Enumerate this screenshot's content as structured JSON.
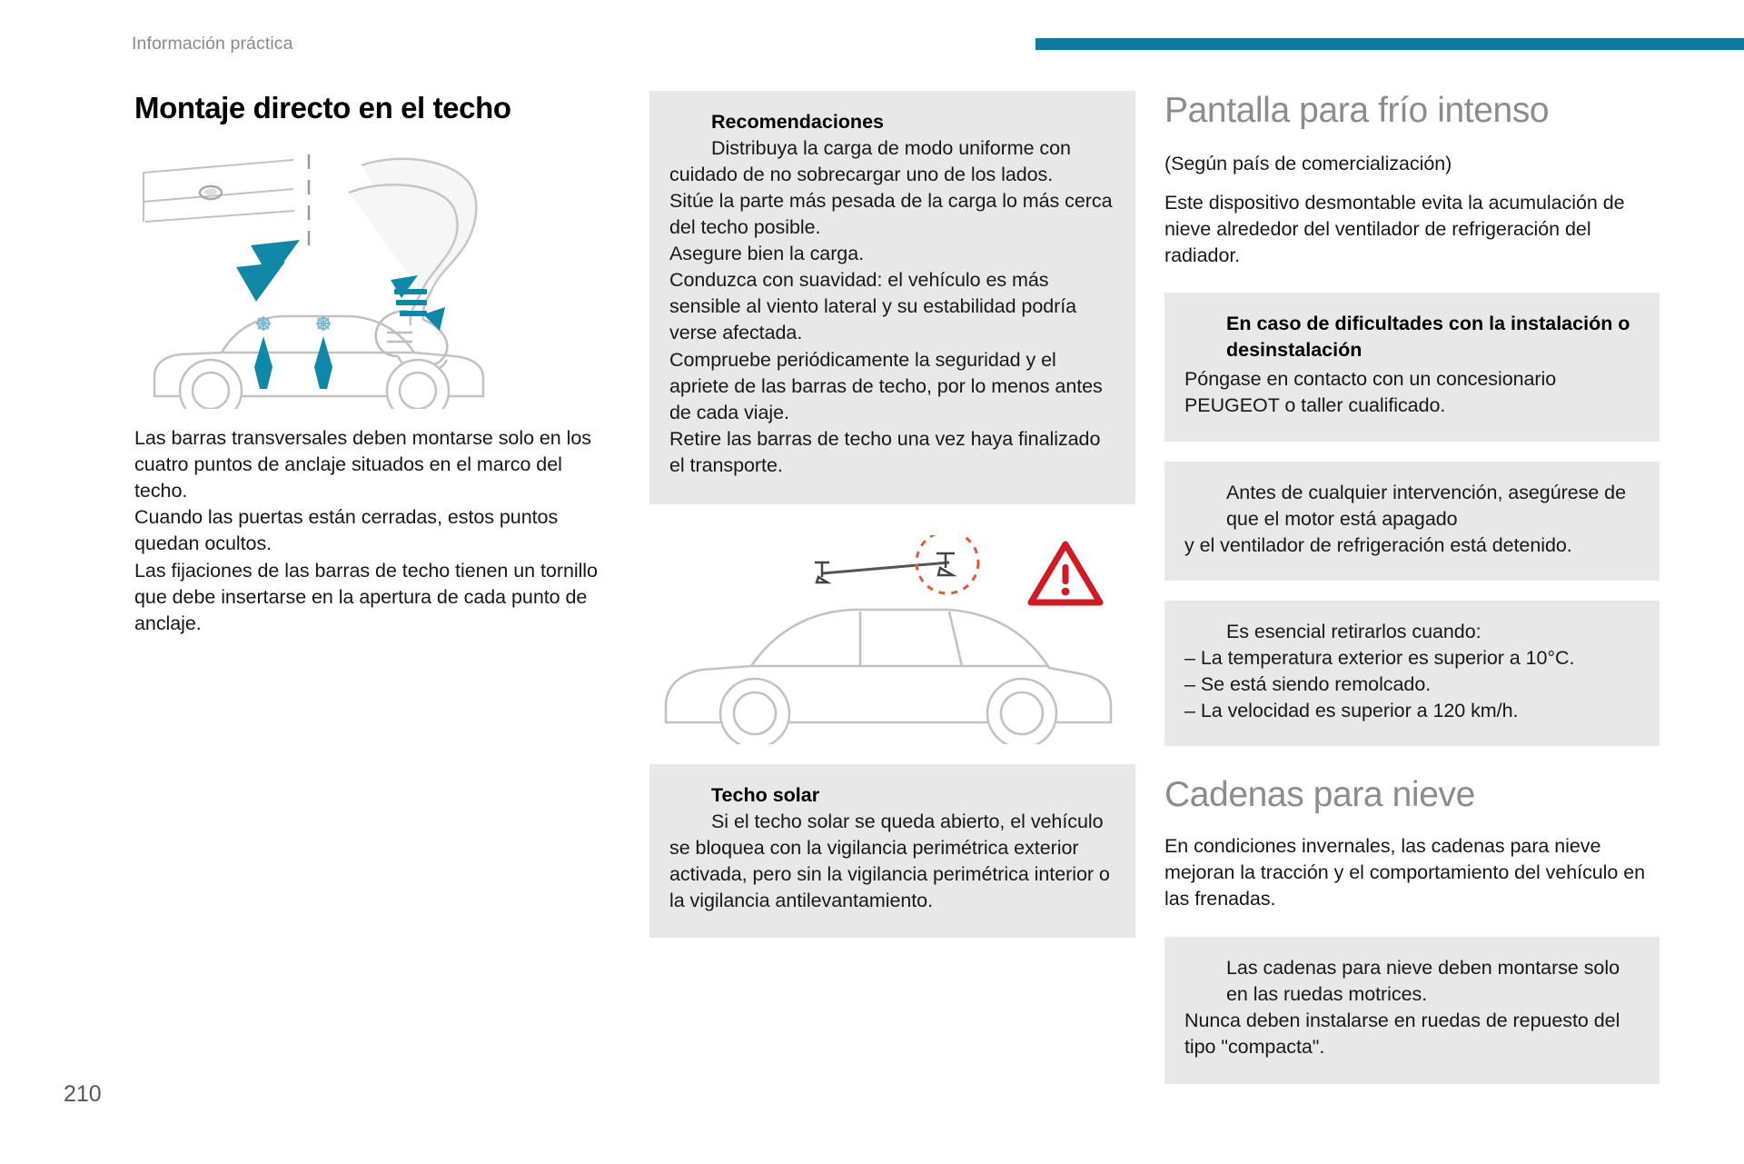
{
  "running_head": "Información práctica",
  "folio": "210",
  "colors": {
    "header_bar": "#0f7ba5",
    "callout_bg": "#e8e8e8",
    "warning_red": "#e3001b",
    "info_blue": "#0b9dd9",
    "gray_title": "#8c8c8c",
    "diagram_teal": "#1187a8",
    "diagram_gray": "#b8b8b8"
  },
  "left": {
    "title": "Montaje directo en el techo",
    "figure_name": "roof-bar-mounting-diagram",
    "body": [
      "Las barras transversales deben montarse solo en los cuatro puntos de anclaje situados en el marco del techo.",
      "Cuando las puertas están cerradas, estos puntos quedan ocultos.",
      "Las fijaciones de las barras de techo tienen un tornillo que debe insertarse en la apertura de cada punto de anclaje."
    ]
  },
  "middle": {
    "recommendations": {
      "icon": "red-exclamation-icon",
      "heading": "Recomendaciones",
      "first_line": "Distribuya la carga de modo uniforme con cuidado de no sobrecargar uno de los lados.",
      "paragraphs": [
        "Sitúe la parte más pesada de la carga lo más cerca del techo posible.",
        "Asegure bien la carga.",
        "Conduzca con suavidad: el vehículo es más sensible al viento lateral y su estabilidad podría verse afectada.",
        "Compruebe periódicamente la seguridad y el apriete de las barras de techo, por lo menos antes de cada viaje.",
        "Retire las barras de techo una vez haya finalizado el transporte."
      ]
    },
    "figure_name": "vehicle-roof-bars-warning-diagram",
    "sunroof": {
      "icon": "red-exclamation-icon",
      "heading": "Techo solar",
      "first_line": "Si el techo solar se queda abierto, el vehículo se bloquea con la vigilancia perimétrica exterior activada, pero sin la vigilancia perimétrica interior o la vigilancia antilevantamiento."
    }
  },
  "right": {
    "title_1": "Pantalla para frío intenso",
    "subtitle_1": "(Según país de comercialización)",
    "intro_1": "Este dispositivo desmontable evita la acumulación de nieve alrededor del ventilador de refrigeración del radiador.",
    "box_info": {
      "icon": "blue-info-icon",
      "heading": "En caso de dificultades con la instalación o desinstalación",
      "body": "Póngase en contacto con un concesionario PEUGEOT o taller cualificado."
    },
    "box_warning_1": {
      "icon": "red-exclamation-icon",
      "first_line": "Antes de cualquier intervención, asegúrese de que el motor está apagado",
      "rest": "y el ventilador de refrigeración está detenido."
    },
    "box_warning_2": {
      "icon": "red-exclamation-icon",
      "first_line": "Es esencial retirarlos cuando:",
      "items": [
        "– La temperatura exterior es superior a 10°C.",
        "– Se está siendo remolcado.",
        "– La velocidad es superior a 120 km/h."
      ]
    },
    "title_2": "Cadenas para nieve",
    "intro_2": "En condiciones invernales, las cadenas para nieve mejoran la tracción y el comportamiento del vehículo en las frenadas.",
    "box_warning_3": {
      "icon": "red-exclamation-icon",
      "first_line": "Las cadenas para nieve deben montarse solo en las ruedas motrices.",
      "rest": "Nunca deben instalarse en ruedas de repuesto del tipo \"compacta\"."
    }
  }
}
